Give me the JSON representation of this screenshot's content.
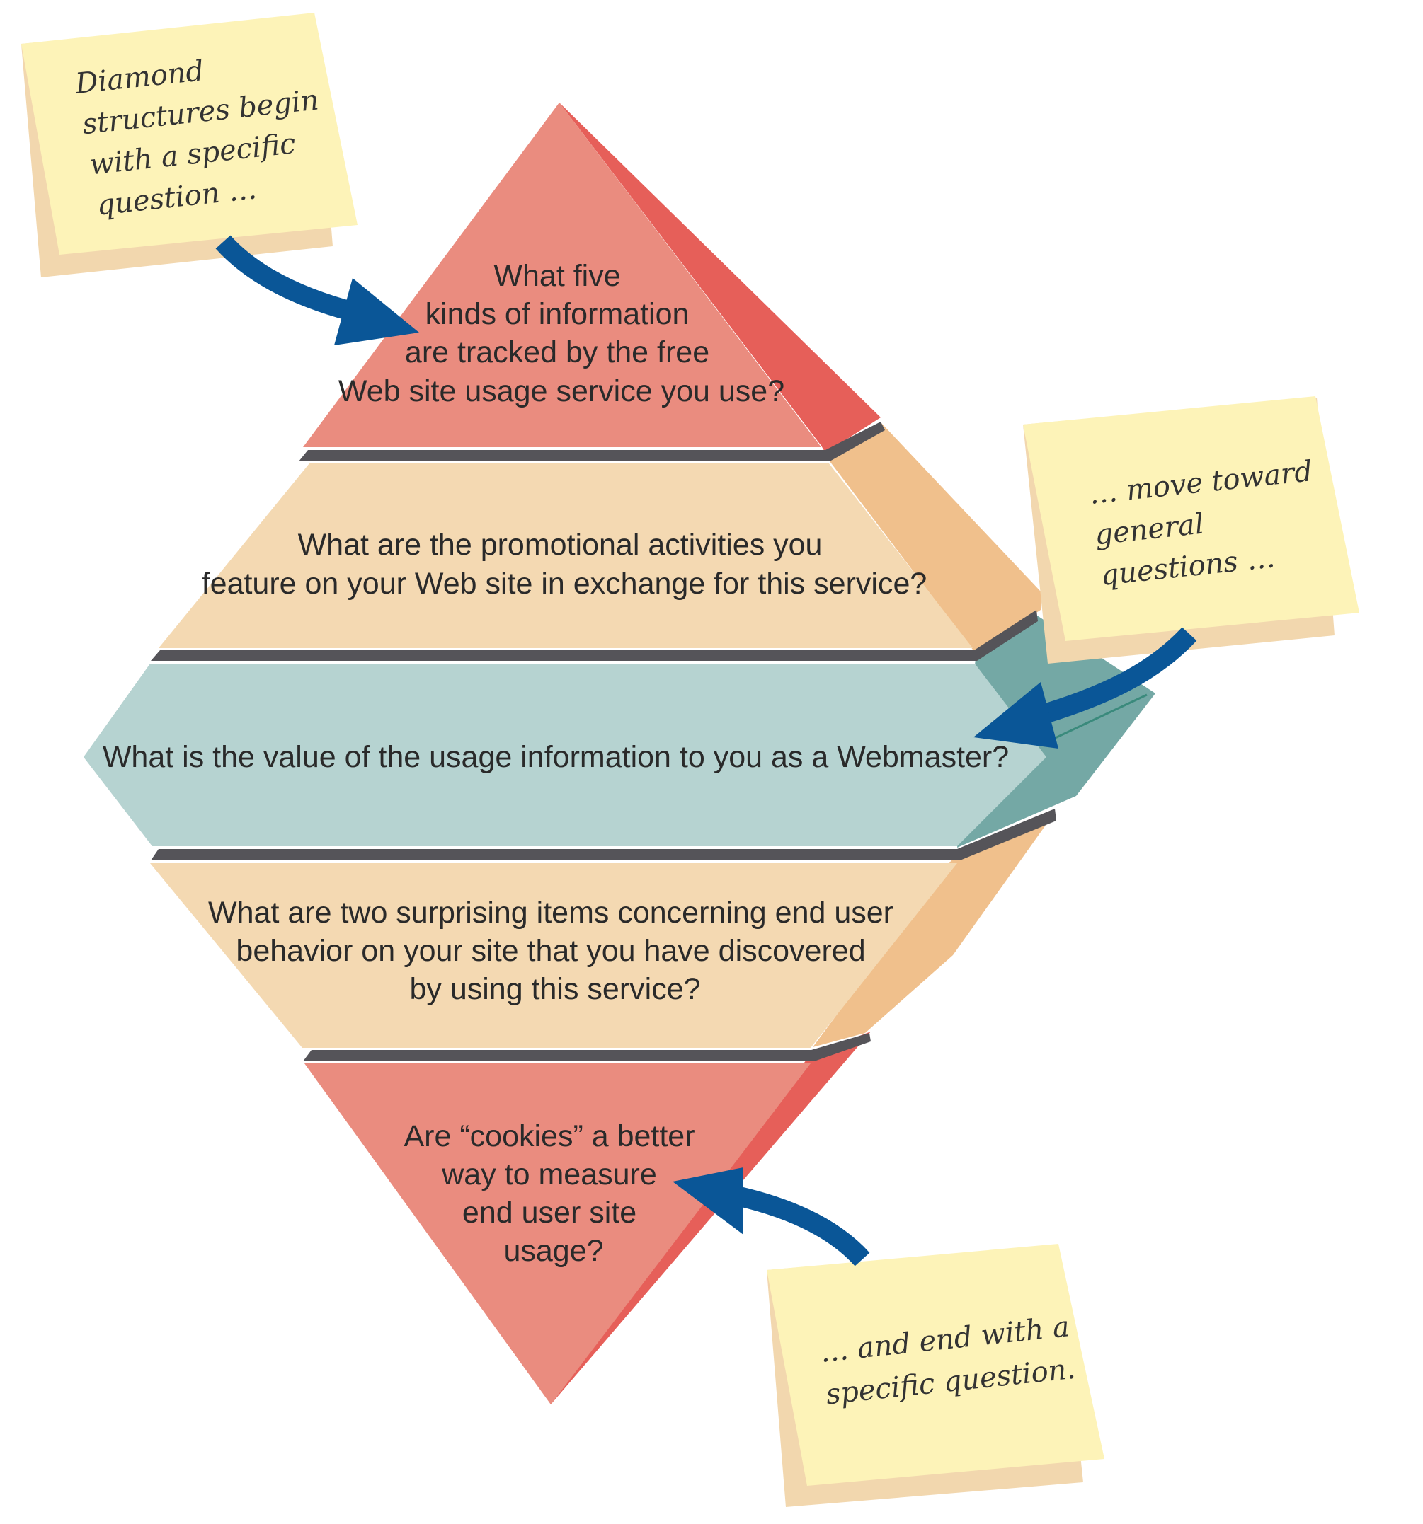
{
  "colors": {
    "red_front": "#EA8C7F",
    "red_side": "#E65F59",
    "peach_front": "#F4D9B2",
    "peach_side": "#F0C08C",
    "teal_front": "#B6D3D1",
    "teal_side": "#74A8A5",
    "separator": "#555459",
    "note_paper": "#FDF3B8",
    "note_shadow": "#F2D7AE",
    "arrow": "#0A5697"
  },
  "questions": [
    {
      "lines": [
        "What five",
        "kinds of information",
        "are tracked by the free",
        "Web site usage service you use?"
      ]
    },
    {
      "lines": [
        "What are the promotional activities you",
        "feature on your Web site in exchange for this service?"
      ]
    },
    {
      "lines": [
        "What is the value of the usage information to you as a Webmaster?"
      ]
    },
    {
      "lines": [
        "What are two surprising items concerning end user",
        "behavior on your site that you have discovered",
        "by using this service?"
      ]
    },
    {
      "lines": [
        "Are “cookies” a better",
        "way to measure",
        "end user site",
        "usage?"
      ]
    }
  ],
  "notes": [
    {
      "lines": [
        "Diamond",
        "structures begin",
        "with a specific",
        "question …"
      ]
    },
    {
      "lines": [
        "… move toward",
        "general",
        "questions …"
      ]
    },
    {
      "lines": [
        "… and end with a",
        "specific question."
      ]
    }
  ]
}
